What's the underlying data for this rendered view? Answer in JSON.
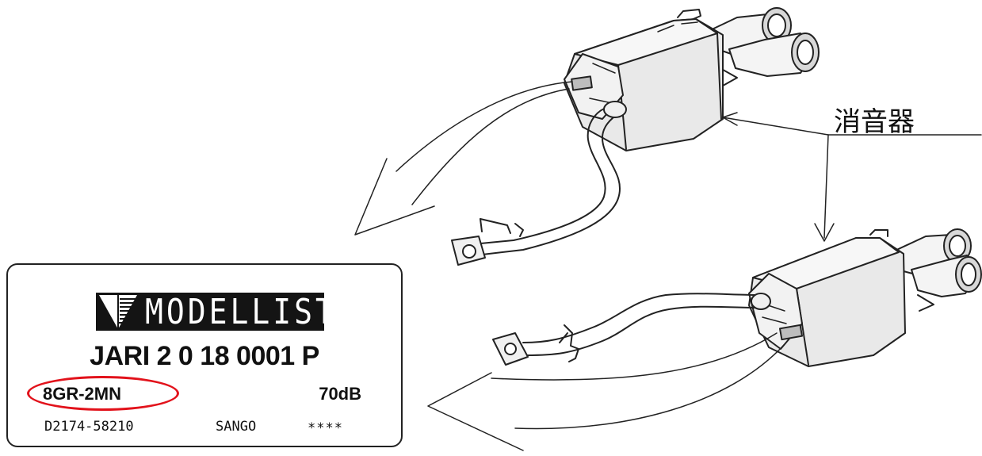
{
  "callout_label": "消音器",
  "label_plate": {
    "brand": "MODELLISTA",
    "approval_number": "JARI 2 0 18 0001 P",
    "engine_code": "8GR-2MN",
    "noise_level": "70dB",
    "part_number": "D2174-58210",
    "manufacturer": "SANGO",
    "stars": "****"
  },
  "colors": {
    "ink": "#111111",
    "highlight_ring": "#e2121b",
    "brand_box": "#141414"
  }
}
